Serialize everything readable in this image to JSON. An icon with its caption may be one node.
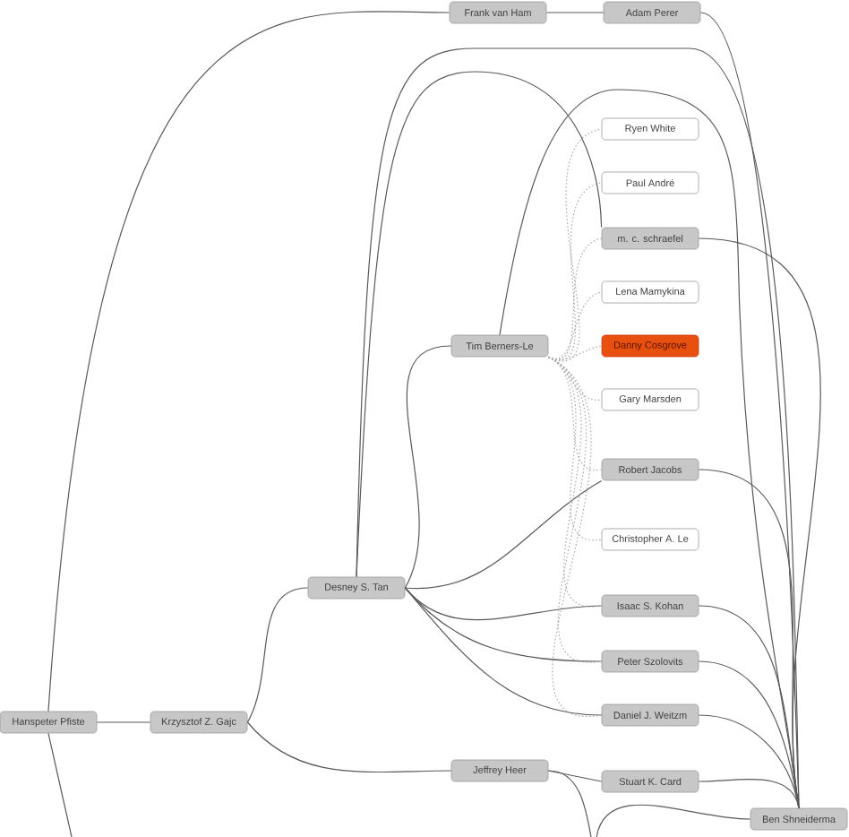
{
  "diagram": {
    "nodes": [
      {
        "text": [
          "Frank van Ham"
        ]
      },
      {
        "text": [
          "Adam Perer"
        ]
      },
      {
        "text": [
          "Ryen White"
        ]
      },
      {
        "text": [
          "Paul André"
        ]
      },
      {
        "text": [
          "m. c. schraefel"
        ]
      },
      {
        "text": [
          "Lena Mamykina"
        ]
      },
      {
        "text": [
          "Danny Cosgrove"
        ]
      },
      {
        "text": [
          "Gary Marsden"
        ]
      },
      {
        "text": [
          "Tim Berners-Le"
        ]
      },
      {
        "text": [
          "Robert Jacobs"
        ]
      },
      {
        "text": [
          "Christopher A. Le"
        ]
      },
      {
        "text": [
          "Desney S. Tan"
        ]
      },
      {
        "text": [
          "Isaac S. Kohan"
        ]
      },
      {
        "text": [
          "Peter Szolovits"
        ]
      },
      {
        "text": [
          "Daniel J. Weitzm"
        ]
      },
      {
        "text": [
          "Hanspeter Pfiste"
        ]
      },
      {
        "text": [
          "Krzysztof Z. Gajc"
        ]
      },
      {
        "text": [
          "Jeffrey Heer"
        ]
      },
      {
        "text": [
          "Stuart K. Card"
        ]
      },
      {
        "text": [
          "Ben Shneiderma"
        ]
      }
    ],
    "edges": [
      {
        "from": 15,
        "to": 0,
        "arrow": "none"
      },
      {
        "from": 0,
        "to": 1,
        "arrow": "none"
      },
      {
        "from": 1,
        "to": 19,
        "arrow": "none"
      },
      {
        "from": 15,
        "to": 16,
        "arrow": "none"
      },
      {
        "from": 15,
        "to": null,
        "arrow": "none"
      },
      {
        "from": 16,
        "to": 11,
        "arrow": "none"
      },
      {
        "from": 16,
        "to": 17,
        "arrow": "none"
      },
      {
        "from": 11,
        "to": 8,
        "arrow": "none"
      },
      {
        "from": 11,
        "to": 19,
        "arrow": "none"
      },
      {
        "from": 11,
        "to": 4,
        "arrow": "none"
      },
      {
        "from": 8,
        "to": 19,
        "arrow": "none"
      },
      {
        "from": 11,
        "to": 9,
        "arrow": "none"
      },
      {
        "from": 11,
        "to": 12,
        "arrow": "none"
      },
      {
        "from": 11,
        "to": 13,
        "arrow": "none"
      },
      {
        "from": 11,
        "to": 14,
        "arrow": "none"
      },
      {
        "from": 4,
        "to": 19,
        "arrow": "none"
      },
      {
        "from": 9,
        "to": 19,
        "arrow": "none"
      },
      {
        "from": 12,
        "to": 19,
        "arrow": "none"
      },
      {
        "from": 13,
        "to": 19,
        "arrow": "none"
      },
      {
        "from": 14,
        "to": 19,
        "arrow": "none"
      },
      {
        "from": 18,
        "to": 19,
        "arrow": "none"
      },
      {
        "from": 17,
        "to": 18,
        "arrow": "none"
      },
      {
        "from": 17,
        "to": null,
        "arrow": "none"
      },
      {
        "from": 19,
        "to": null,
        "arrow": "none"
      },
      {
        "from": 8,
        "to": 2,
        "arrow": "none",
        "style": "dashed",
        "color": "#aaaaaa"
      },
      {
        "from": 8,
        "to": 3,
        "arrow": "none",
        "style": "dashed",
        "color": "#aaaaaa"
      },
      {
        "from": 8,
        "to": 4,
        "arrow": "none",
        "style": "dashed",
        "color": "#aaaaaa"
      },
      {
        "from": 8,
        "to": 5,
        "arrow": "none",
        "style": "dashed",
        "color": "#aaaaaa"
      },
      {
        "from": 8,
        "to": 6,
        "arrow": "none",
        "style": "dashed",
        "color": "#aaaaaa"
      },
      {
        "from": 8,
        "to": 7,
        "arrow": "none",
        "style": "dashed",
        "color": "#aaaaaa"
      },
      {
        "from": 8,
        "to": 9,
        "arrow": "none",
        "style": "dashed",
        "color": "#aaaaaa"
      },
      {
        "from": 8,
        "to": 10,
        "arrow": "none",
        "style": "dashed",
        "color": "#aaaaaa"
      },
      {
        "from": 8,
        "to": 12,
        "arrow": "none",
        "style": "dashed",
        "color": "#aaaaaa"
      },
      {
        "from": 8,
        "to": 13,
        "arrow": "none",
        "style": "dashed",
        "color": "#aaaaaa"
      },
      {
        "from": 8,
        "to": 14,
        "arrow": "none",
        "style": "dashed",
        "color": "#aaaaaa"
      }
    ]
  }
}
